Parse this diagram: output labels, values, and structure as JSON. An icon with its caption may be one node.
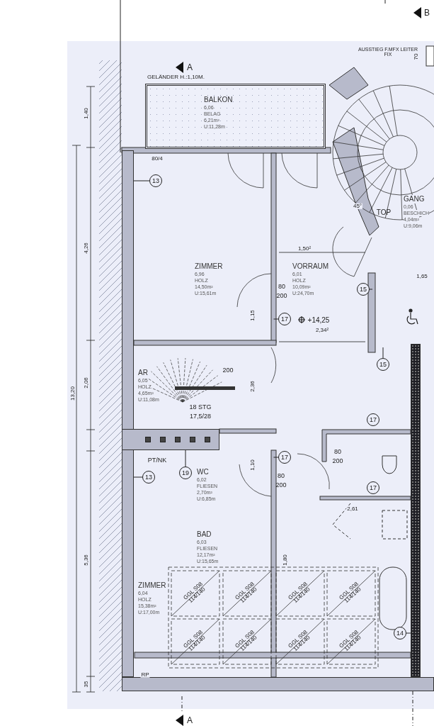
{
  "diagram": {
    "nodes": [
      {
        "text": [
          "BALKON",
          "6,06",
          "BELAG",
          "6,21m²",
          "U:11,28m"
        ],
        "beside": [
          "GELÄNDER H.:1,10M."
        ]
      },
      {
        "text": [
          "ZIMMER",
          "6,96",
          "HOLZ",
          "14,50m²",
          "U:15,61m"
        ]
      },
      {
        "text": [
          "VORRAUM",
          "6,01",
          "HOLZ",
          "10,09m²",
          "U:24,70m"
        ]
      },
      {
        "text": [
          "GANG",
          "0,06",
          "BESCHICH",
          "4,04m²",
          "U:9,06m"
        ]
      },
      {
        "text": [
          "AR",
          "6,05",
          "HOLZ",
          "4,65m²",
          "U:11,08m"
        ]
      },
      {
        "text": [
          "WC",
          "6,02",
          "FLIESEN",
          "2,70m²",
          "U:6,85m"
        ]
      },
      {
        "text": [
          "BAD",
          "6,03",
          "FLIESEN",
          "12,17m²",
          "U:15,65m"
        ]
      },
      {
        "text": [
          "ZIMMER",
          "6,04",
          "HOLZ",
          "15,38m²",
          "U:17,00m"
        ]
      },
      {
        "text": [
          "13"
        ]
      },
      {
        "text": [
          "15"
        ]
      },
      {
        "text": [
          "17"
        ]
      },
      {
        "text": [
          "15"
        ]
      },
      {
        "text": [
          "17"
        ]
      },
      {
        "text": [
          "19"
        ]
      },
      {
        "text": [
          "13"
        ]
      },
      {
        "text": [
          "17"
        ]
      },
      {
        "text": [
          "17"
        ]
      },
      {
        "text": [
          "14"
        ]
      },
      {
        "text": [],
        "shape": "bar"
      },
      {
        "text": [],
        "shape": "box"
      },
      {
        "text": [],
        "shape": "bar"
      },
      {
        "text": [],
        "shape": "bar"
      }
    ],
    "edges": [
      {
        "from": 8,
        "to": 18,
        "arrow": "none"
      },
      {
        "from": 9,
        "to": null,
        "arrow": "none"
      },
      {
        "from": 10,
        "to": null,
        "arrow": "none"
      },
      {
        "from": 11,
        "to": null,
        "arrow": "none"
      },
      {
        "from": 13,
        "to": 19,
        "arrow": "none"
      },
      {
        "from": 14,
        "to": 18,
        "arrow": "none"
      },
      {
        "from": 15,
        "to": null,
        "arrow": "none"
      },
      {
        "from": 17,
        "to": 20,
        "arrow": "none"
      }
    ],
    "labels": [
      "B",
      "A",
      "AUSSTIEG F.MFX LEITER FIX",
      "70",
      "1,40",
      "80/4",
      "4,26",
      "45°",
      "TOP",
      "1,50²",
      "80",
      "200",
      "1,15",
      "+14,25",
      "2,34²",
      "1,65",
      "2,06",
      "13,20",
      "200",
      "2,36",
      "18 STG",
      "17,5/28",
      "PT/NK",
      "1,10",
      "80",
      "200",
      "80",
      "200",
      "2,61",
      "5,36",
      "1,80",
      "GGL S08 114/140",
      "GGL S08 114/140",
      "GGL S08 114/140",
      "GGL S08 114/140",
      "GGL S08 114/140",
      "GGL S08 114/140",
      "GGL S08 114/140",
      "GGL S08 114/140",
      "35",
      "RP",
      "A"
    ]
  }
}
